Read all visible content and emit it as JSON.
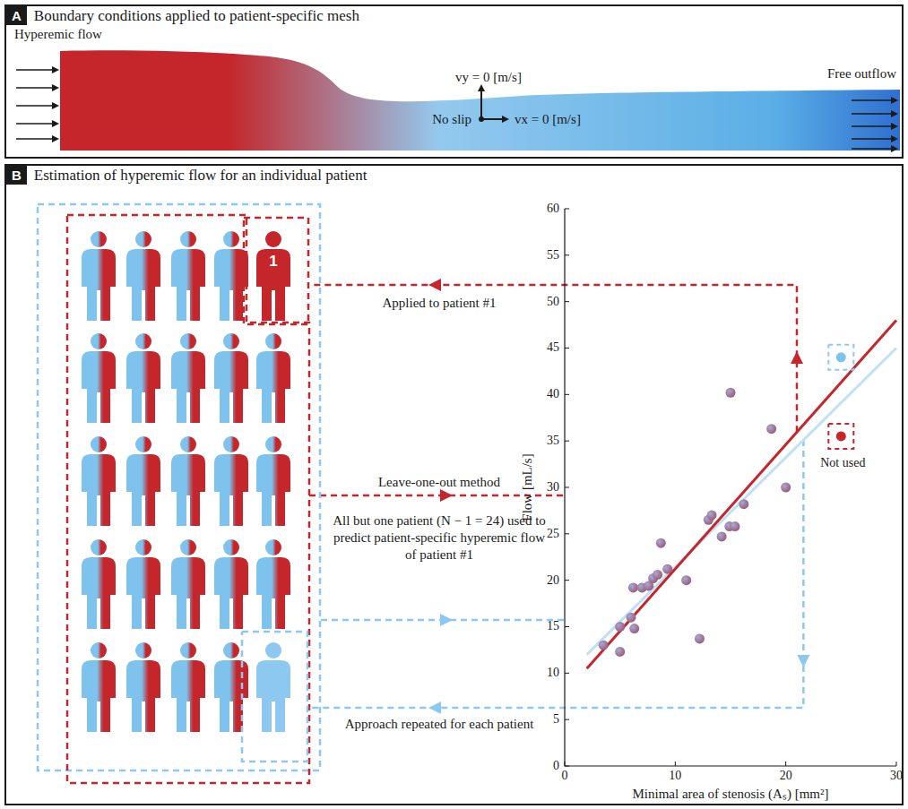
{
  "diagram": {
    "nodes": [
      {
        "text": [
          "A",
          "Boundary conditions applied to patient-specific mesh"
        ]
      },
      {
        "text": [
          "B",
          "Estimation of hyperemic flow for an individual patient"
        ]
      }
    ],
    "labels": [
      "Hyperemic flow",
      "vy = 0 [m/s]",
      "No slip",
      "vx = 0 [m/s]",
      "Free outflow",
      "1",
      "Applied to patient #1",
      "Leave-one-out method",
      "All but one patient (N − 1 = 24) used to predict patient-specific hyperemic flow of patient #1",
      "Approach repeated for each patient",
      "Not used",
      "60",
      "55",
      "50",
      "45",
      "40",
      "35",
      "30",
      "25",
      "20",
      "15",
      "10",
      "5",
      "0",
      "0",
      "10",
      "20",
      "30",
      "Flow [mL/s]",
      "Minimal area of stenosis (Aₛ) [mm²]"
    ]
  }
}
